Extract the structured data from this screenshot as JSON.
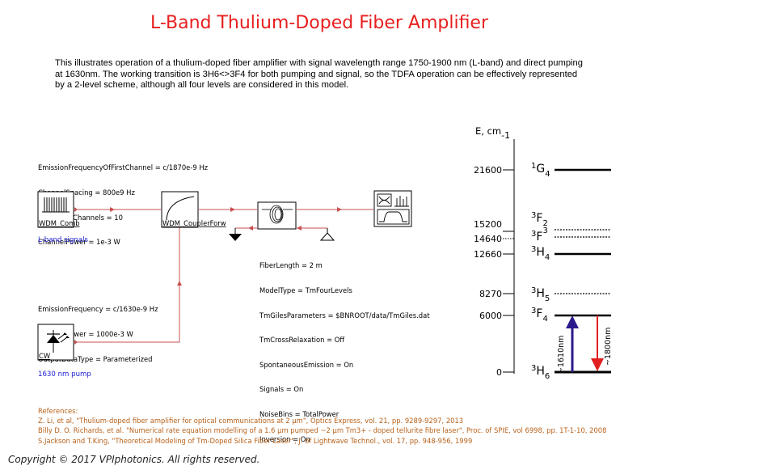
{
  "title": "L-Band Thulium-Doped Fiber Amplifier",
  "description": "This illustrates operation of a thulium-doped fiber amplifier with signal wavelength range 1750-1900 nm (L-band) and direct pumping at 1630nm. The working transition is 3H6<>3F4 for both pumping and signal, so the TDFA operation can be effectively represented by a 2-level scheme, although all four levels are considered in this model.",
  "comb_params": [
    "EmissionFrequencyOfFirstChannel = c/1870e-9 Hz",
    "ChannelSpacing = 800e9 Hz",
    "NumberOfChannels = 10",
    "ChannelPower = 1e-3 W"
  ],
  "cw_params": [
    "EmissionFrequency = c/1630e-9 Hz",
    "AveragePower = 1000e-3 W",
    "OutputDataType = Parameterized"
  ],
  "fiber_params": [
    "FiberLength = 2 m",
    "ModelType = TmFourLevels",
    "TmGilesParameters = $BNROOT/data/TmGiles.dat",
    "TmCrossRelaxation = Off",
    "SpontaneousEmission = On",
    "Signals = On",
    "NoiseBins = TotalPower",
    "Inversion = On"
  ],
  "blocks": {
    "comb_label": "WDM_Comb",
    "coupler_label": "WDM_CouplerForw",
    "cw_label": "CW"
  },
  "captions": {
    "signals": "L-band signals",
    "pump": "1630 nm pump"
  },
  "energy": {
    "axis_label": "E, cm",
    "axis_exp": "-1",
    "ticks": [
      "21600",
      "15200",
      "14640",
      "12660",
      "8270",
      "6000",
      "0"
    ],
    "levels": [
      {
        "sup": "1",
        "main": "G",
        "sub": "4"
      },
      {
        "sup": "3",
        "main": "F",
        "sub": "2"
      },
      {
        "sup": "3",
        "main": "F",
        "sub": "3"
      },
      {
        "sup": "3",
        "main": "H",
        "sub": "4"
      },
      {
        "sup": "3",
        "main": "H",
        "sub": "5"
      },
      {
        "sup": "3",
        "main": "F",
        "sub": "4"
      },
      {
        "sup": "3",
        "main": "H",
        "sub": "6"
      }
    ],
    "pump_label": "~1610nm",
    "signal_label": "~1800nm",
    "pump_color": "#2b1a8c",
    "signal_color": "#e02020"
  },
  "references": {
    "heading": "References:",
    "items": [
      "Z. Li, et al, \"Thulium-doped fiber amplifier for optical communications at 2 µm\",  Optics Express, vol. 21, pp. 9289-9297, 2013",
      "Billy D. O. Richards, et al. \"Numerical rate equation modelling of a 1.6 µm pumped ~2 µm Tm3+ - doped tellurite fibre laser\",  Proc. of SPIE, vol 6998, pp. 1T-1-10, 2008",
      "S.Jackson and T.King, \"Theoretical Modeling of Tm-Doped Silica Fiber Laser\", J. of Lightwave Technol., vol. 17, pp. 948-956, 1999"
    ]
  },
  "copyright": "Copyright © 2017 VPIphotonics. All rights reserved."
}
